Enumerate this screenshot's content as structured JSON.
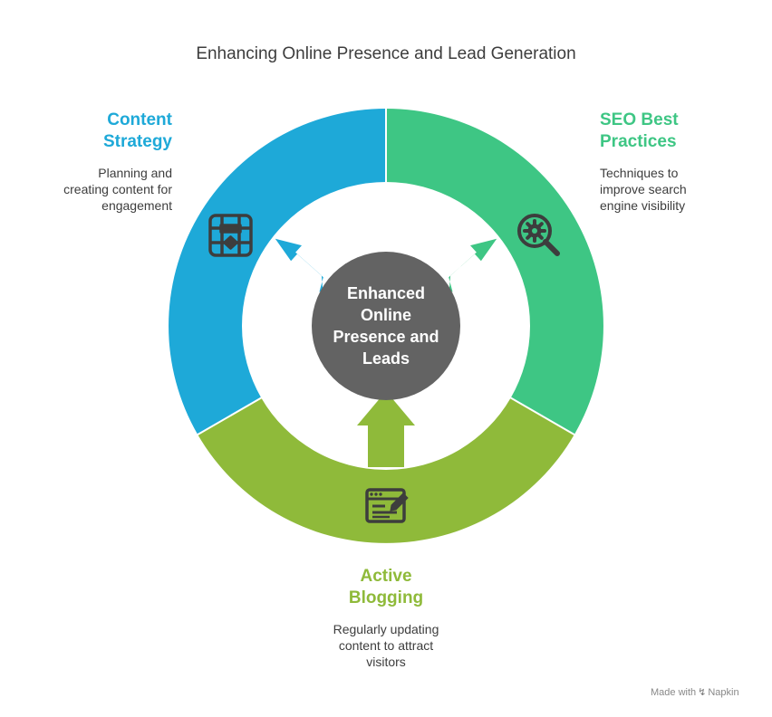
{
  "title": "Enhancing Online Presence and Lead Generation",
  "center": {
    "label": "Enhanced\nOnline\nPresence and\nLeads",
    "color": "#636363"
  },
  "segments": [
    {
      "id": "content",
      "heading": "Content\nStrategy",
      "description": "Planning and\ncreating content for\nengagement",
      "color": "#1ea9d8",
      "icon": "flowchart-icon"
    },
    {
      "id": "seo",
      "heading": "SEO Best\nPractices",
      "description": "Techniques to\nimprove search\nengine visibility",
      "color": "#3ec684",
      "icon": "search-gear-icon"
    },
    {
      "id": "blog",
      "heading": "Active\nBlogging",
      "description": "Regularly updating\ncontent to attract\nvisitors",
      "color": "#8fba3a",
      "icon": "blog-edit-icon"
    }
  ],
  "footer": {
    "made_with": "Made with",
    "brand": "Napkin"
  }
}
